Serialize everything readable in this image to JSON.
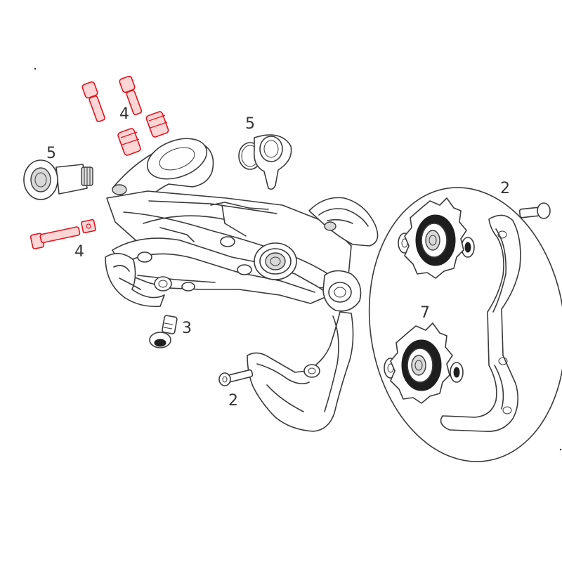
{
  "callouts": {
    "label_4_top": "4",
    "label_5_left": "5",
    "label_5_top": "5",
    "label_4_bottom": "4",
    "label_3": "3",
    "label_2_right": "2",
    "label_2_bottom": "2",
    "label_7": "7"
  },
  "colors": {
    "highlight": "#e0141e",
    "line": "#3a3a3a",
    "label": "#333333"
  }
}
